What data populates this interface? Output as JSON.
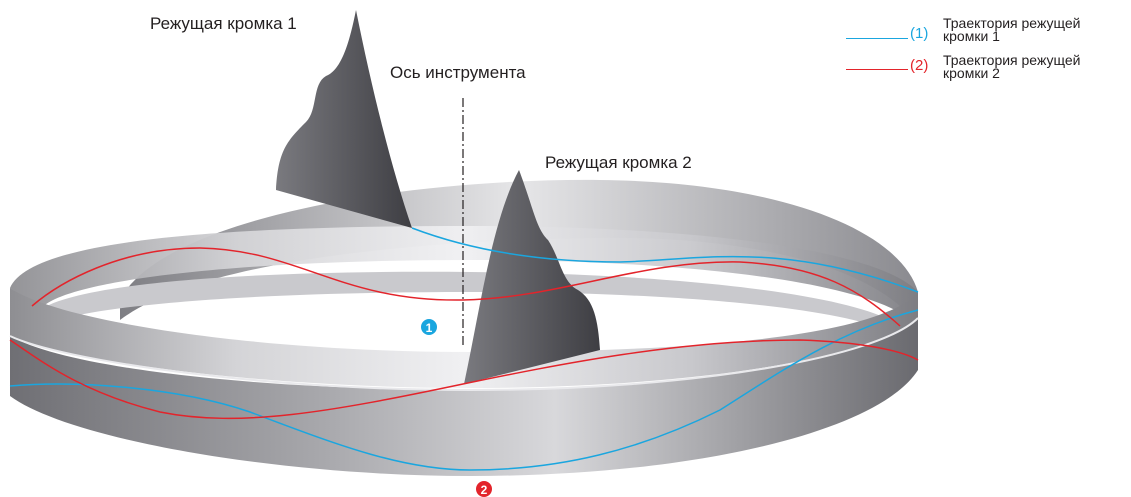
{
  "labels": {
    "edge1": "Режущая кромка 1",
    "edge2": "Режущая кромка 2",
    "axis": "Ось инструмента"
  },
  "legend": [
    {
      "num": "(1)",
      "line1": "Траектория режущей",
      "line2": "кромки 1",
      "color": "#1aa6df"
    },
    {
      "num": "(2)",
      "line1": "Траектория режущей",
      "line2": "кромки 2",
      "color": "#e3242b"
    }
  ],
  "markers": [
    {
      "text": "1",
      "color": "#1aa6df"
    },
    {
      "text": "2",
      "color": "#e3242b"
    }
  ],
  "colors": {
    "blade": "#5f5f64",
    "band": "#b0b0b4",
    "text": "#231f20"
  }
}
